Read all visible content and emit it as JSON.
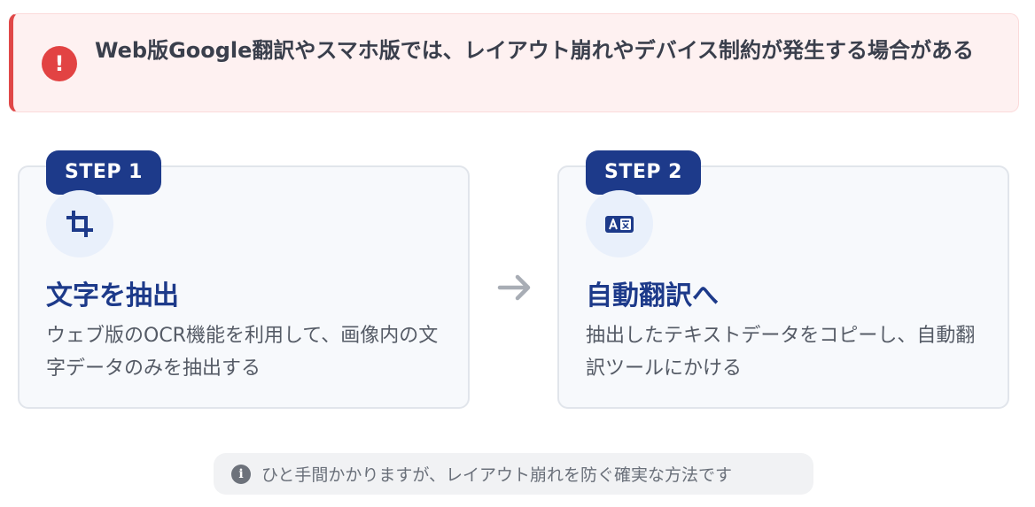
{
  "alert": {
    "icon": "exclamation-circle-icon",
    "icon_glyph": "!",
    "text": "Web版Google翻訳やスマホ版では、レイアウト崩れやデバイス制約が発生する場合がある"
  },
  "steps": [
    {
      "badge": "STEP 1",
      "icon": "crop-icon",
      "title": "文字を抽出",
      "description": "ウェブ版のOCR機能を利用して、画像内の文字データのみを抽出する"
    },
    {
      "badge": "STEP 2",
      "icon": "translate-icon",
      "title": "自動翻訳へ",
      "description": "抽出したテキストデータをコピーし、自動翻訳ツールにかける"
    }
  ],
  "arrow_icon": "arrow-right-icon",
  "note": {
    "icon": "info-icon",
    "icon_glyph": "i",
    "text": "ひと手間かかりますが、レイアウト崩れを防ぐ確実な方法です"
  },
  "colors": {
    "alert_bg": "#fef1f1",
    "alert_accent": "#e04848",
    "primary": "#1d3a8a",
    "card_bg": "#f7f9fc"
  }
}
